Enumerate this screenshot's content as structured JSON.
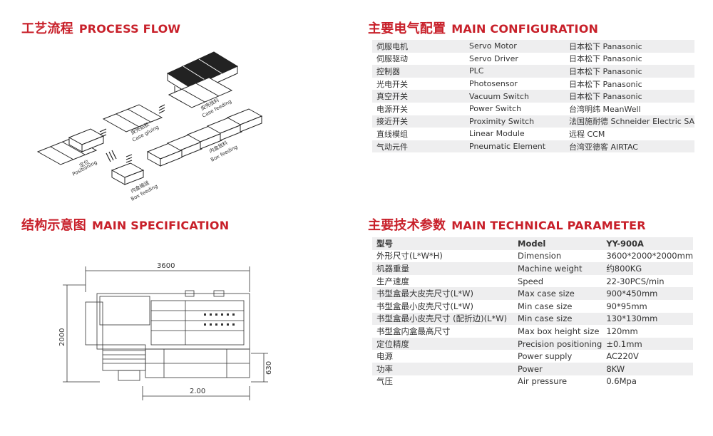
{
  "process_flow": {
    "title_cn": "工艺流程",
    "title_en": "PROCESS FLOW",
    "labels": {
      "case_feeding": [
        "皮壳放料",
        "Case feeding"
      ],
      "case_gluing": [
        "皮壳贴胶",
        "Case gluing"
      ],
      "positioning": [
        "定位",
        "Positioning"
      ],
      "box_feeding_upper": [
        "内盒放料",
        "Box feeding"
      ],
      "box_feeding_lower": [
        "内盒输送",
        "Box feeding"
      ]
    }
  },
  "main_configuration": {
    "title_cn": "主要电气配置",
    "title_en": "MAIN CONFIGURATION",
    "rows": [
      [
        "伺服电机",
        "Servo Motor",
        "日本松下 Panasonic"
      ],
      [
        "伺服驱动",
        "Servo Driver",
        "日本松下 Panasonic"
      ],
      [
        "控制器",
        "PLC",
        "日本松下 Panasonic"
      ],
      [
        "光电开关",
        "Photosensor",
        "日本松下 Panasonic"
      ],
      [
        "真空开关",
        "Vacuum Switch",
        "日本松下 Panasonic"
      ],
      [
        "电源开关",
        "Power Switch",
        "台湾明纬 MeanWell"
      ],
      [
        "接近开关",
        "Proximity Switch",
        "法国施耐德 Schneider Electric SA"
      ],
      [
        "直线模组",
        "Linear Module",
        "远程 CCM"
      ],
      [
        "气动元件",
        "Pneumatic Element",
        "台湾亚德客 AIRTAC"
      ]
    ]
  },
  "main_specification": {
    "title_cn": "结构示意图",
    "title_en": "MAIN SPECIFICATION",
    "dim_width": "3600",
    "dim_height": "2000",
    "dim_sub_width": "2.00",
    "dim_sub_height": "630"
  },
  "technical_parameter": {
    "title_cn": "主要技术参数",
    "title_en": "MAIN TECHNICAL PARAMETER",
    "header": [
      "型号",
      "Model",
      "YY-900A"
    ],
    "rows": [
      [
        "外形尺寸(L*W*H)",
        "Dimension",
        "3600*2000*2000mm"
      ],
      [
        "机器重量",
        "Machine weight",
        "约800KG"
      ],
      [
        "生产速度",
        "Speed",
        "22-30PCS/min"
      ],
      [
        "书型盒最大皮壳尺寸(L*W)",
        "Max case size",
        "900*450mm"
      ],
      [
        "书型盒最小皮壳尺寸(L*W)",
        "Min case size",
        "90*95mm"
      ],
      [
        "书型盒最小皮壳尺寸 (配折边)(L*W)",
        "Min case size",
        "130*130mm"
      ],
      [
        "书型盒内盒最高尺寸",
        "Max box height size",
        "120mm"
      ],
      [
        "定位精度",
        "Precision positioning",
        "±0.1mm"
      ],
      [
        "电源",
        "Power supply",
        "AC220V"
      ],
      [
        "功率",
        "Power",
        "8KW"
      ],
      [
        "气压",
        "Air pressure",
        "0.6Mpa"
      ]
    ]
  }
}
